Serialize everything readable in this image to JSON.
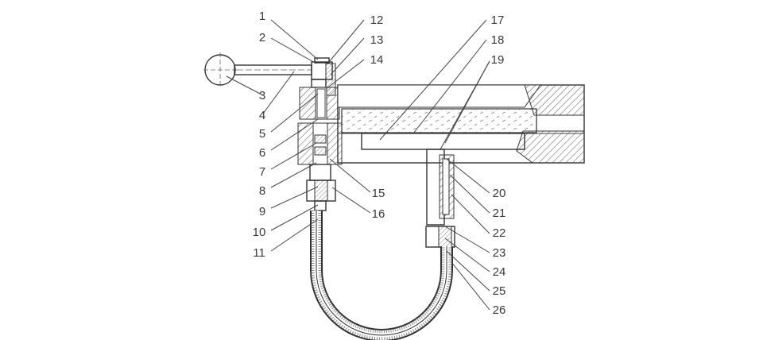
{
  "diagram": {
    "left_callouts": [
      "1",
      "2",
      "3",
      "4",
      "5",
      "6",
      "7",
      "8",
      "9",
      "10",
      "11"
    ],
    "right_callouts": [
      "12",
      "13",
      "14",
      "15",
      "16",
      "17",
      "18",
      "19",
      "20",
      "21",
      "22",
      "23",
      "24",
      "25",
      "26"
    ]
  }
}
